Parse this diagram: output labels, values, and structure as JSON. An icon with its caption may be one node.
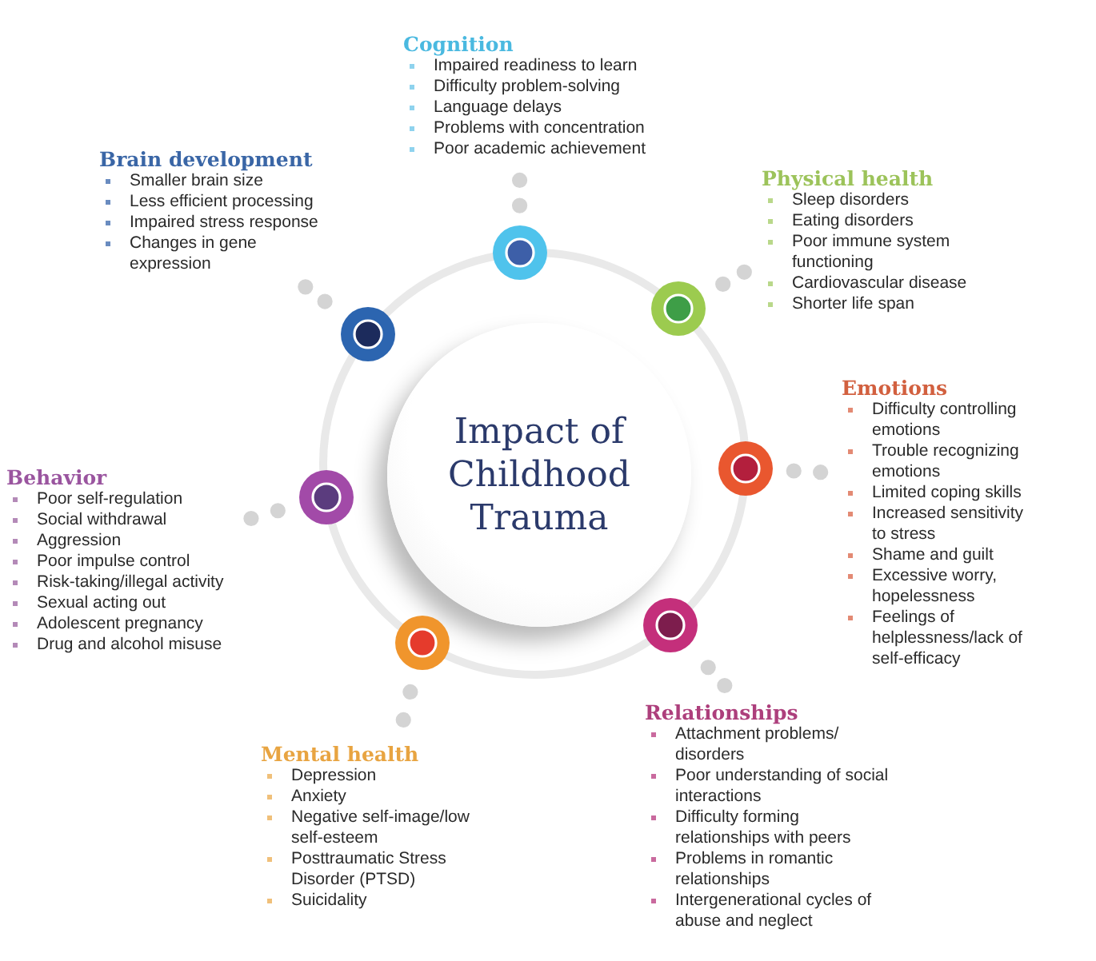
{
  "diagram": {
    "nodes": [
      {
        "text": [
          "Impact of Childhood Trauma"
        ]
      },
      {
        "text": [],
        "shape": "circle"
      },
      {
        "text": [
          "Cognition",
          "Impaired readiness to learn",
          "Difficulty problem-solving",
          "Language delays",
          "Problems with concentration",
          "Poor academic achievement"
        ]
      },
      {
        "text": [],
        "shape": "circle"
      },
      {
        "text": [
          "Physical health",
          "Sleep disorders",
          "Eating disorders",
          "Poor immune system functioning",
          "Cardiovascular disease",
          "Shorter life span"
        ]
      },
      {
        "text": [],
        "shape": "circle"
      },
      {
        "text": [
          "Emotions",
          "Difficulty controlling emotions",
          "Trouble recognizing emotions",
          "Limited coping skills",
          "Increased sensitivity to stress",
          "Shame and guilt",
          "Excessive worry, hopelessness",
          "Feelings of helplessness/lack of self-efficacy"
        ]
      },
      {
        "text": [],
        "shape": "circle"
      },
      {
        "text": [
          "Relationships",
          "Attachment problems/ disorders",
          "Poor understanding of social interactions",
          "Difficulty forming relationships with peers",
          "Problems in romantic relationships",
          "Intergenerational cycles of abuse and neglect"
        ]
      },
      {
        "text": [],
        "shape": "circle"
      },
      {
        "text": [
          "Mental health",
          "Depression",
          "Anxiety",
          "Negative self-image/low self-esteem",
          "Posttraumatic Stress Disorder (PTSD)",
          "Suicidality"
        ]
      },
      {
        "text": [],
        "shape": "circle"
      },
      {
        "text": [
          "Behavior",
          "Poor self-regulation",
          "Social withdrawal",
          "Aggression",
          "Poor impulse control",
          "Risk-taking/illegal activity",
          "Sexual acting out",
          "Adolescent pregnancy",
          "Drug and alcohol misuse"
        ]
      },
      {
        "text": [],
        "shape": "circle"
      },
      {
        "text": [
          "Brain development",
          "Smaller brain size",
          "Less efficient processing",
          "Impaired stress response",
          "Changes in gene expression"
        ]
      }
    ],
    "edges": [
      {
        "from": 1,
        "to": 2,
        "arrow": "none",
        "style": "dashed"
      },
      {
        "from": 3,
        "to": 4,
        "arrow": "none",
        "style": "dashed"
      },
      {
        "from": 5,
        "to": 6,
        "arrow": "none",
        "style": "dashed"
      },
      {
        "from": 7,
        "to": 8,
        "arrow": "none",
        "style": "dashed"
      },
      {
        "from": 9,
        "to": 10,
        "arrow": "none",
        "style": "dashed"
      },
      {
        "from": 11,
        "to": 12,
        "arrow": "none",
        "style": "dashed"
      },
      {
        "from": 13,
        "to": 14,
        "arrow": "none",
        "style": "dashed"
      }
    ]
  }
}
